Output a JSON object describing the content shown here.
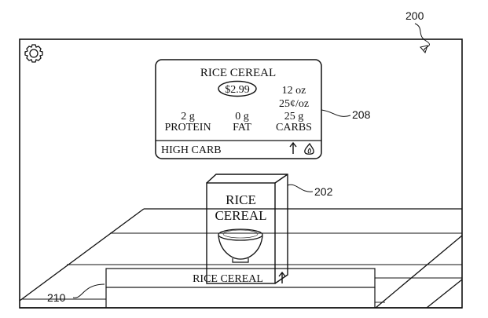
{
  "figure_refs": {
    "device": "200",
    "product": "202",
    "info_card": "208",
    "shelf_label": "210"
  },
  "settings_icon": "gear-icon",
  "info_card": {
    "product_name": "RICE CEREAL",
    "price": "$2.99",
    "size": "12 oz",
    "unit_price": "25¢/oz",
    "nutrients": [
      {
        "amount": "2 g",
        "label": "PROTEIN"
      },
      {
        "amount": "0 g",
        "label": "FAT"
      },
      {
        "amount": "25 g",
        "label": "CARBS"
      }
    ],
    "footer_label": "HIGH CARB",
    "footer_icons": [
      "arrow-up-icon",
      "flame-icon"
    ]
  },
  "product_box": {
    "line1": "RICE",
    "line2": "CEREAL"
  },
  "shelf_label": {
    "text": "RICE CEREAL",
    "icon": "arrow-up-icon"
  }
}
